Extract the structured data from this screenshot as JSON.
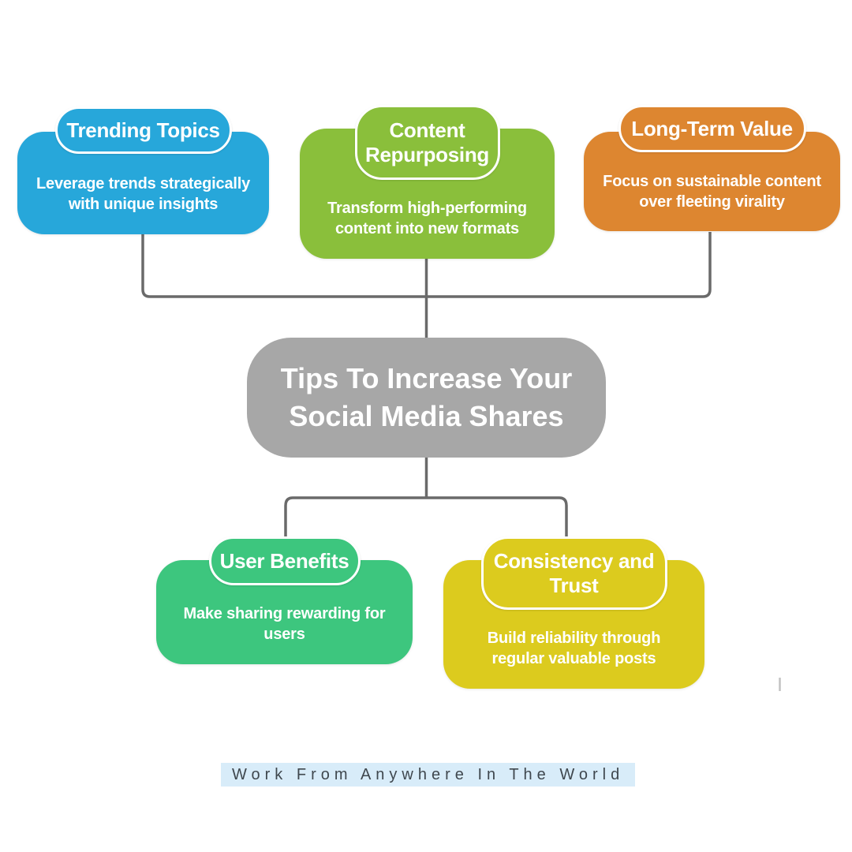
{
  "page": {
    "background": "#ffffff"
  },
  "center_node": {
    "title": "Tips To Increase Your\nSocial Media Shares",
    "fill": "#A7A7A7",
    "text_color": "#ffffff"
  },
  "nodes": [
    {
      "id": "trending-topics",
      "label": "Trending Topics",
      "desc": "Leverage trends strategically\nwith unique insights",
      "fill": "#27A7DA"
    },
    {
      "id": "content-repurposing",
      "label": "Content\nRepurposing",
      "desc": "Transform high-performing\ncontent into new formats",
      "fill": "#8ABF3B"
    },
    {
      "id": "long-term-value",
      "label": "Long-Term Value",
      "desc": "Focus on sustainable content\nover fleeting virality",
      "fill": "#DD8630"
    },
    {
      "id": "user-benefits",
      "label": "User Benefits",
      "desc": "Make sharing rewarding for\nusers",
      "fill": "#3DC67E"
    },
    {
      "id": "consistency-trust",
      "label": "Consistency and\nTrust",
      "desc": "Build reliability through\nregular valuable posts",
      "fill": "#DCCB1E"
    }
  ],
  "connectors": {
    "color": "#6A6A6A",
    "stray_mark_color": "#C2C2C2"
  },
  "footer": {
    "text": "Work From Anywhere In The World",
    "highlight": "#D8ECF9",
    "text_color": "#3F474E"
  }
}
